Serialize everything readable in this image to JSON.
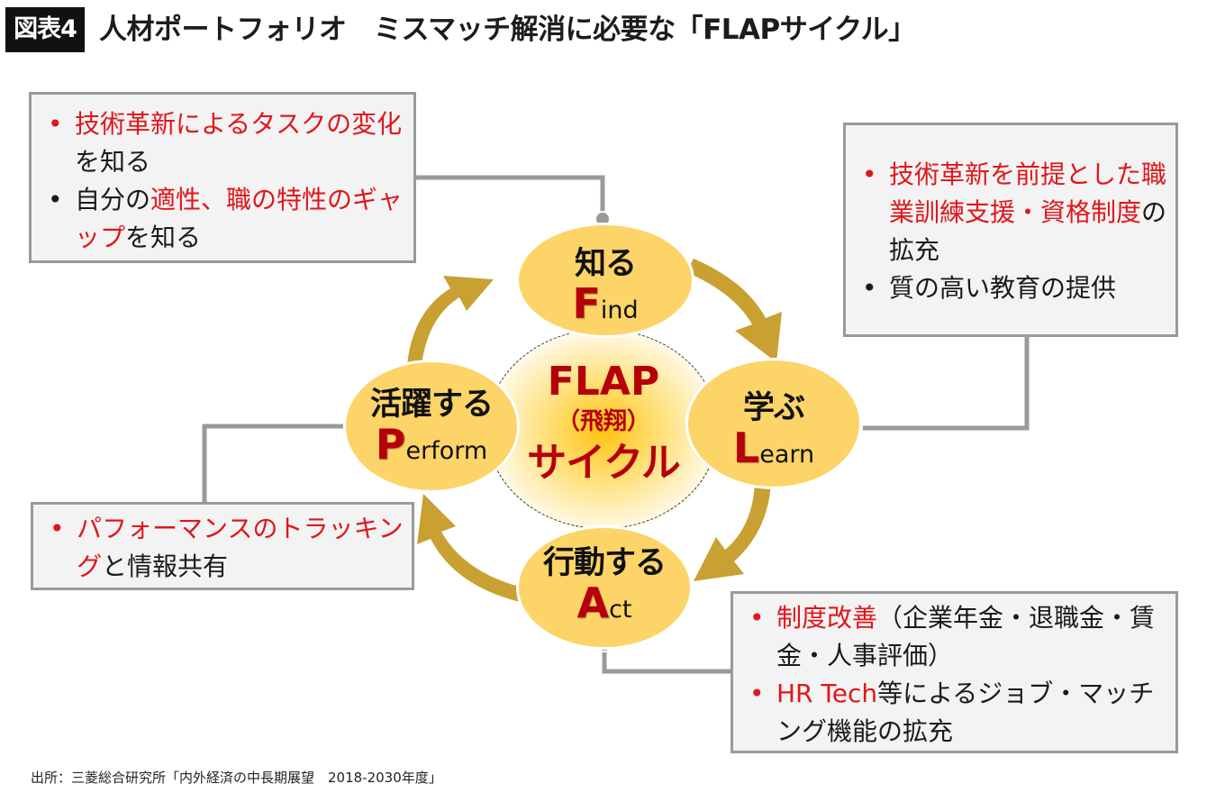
{
  "header": {
    "figure_badge": "図表4",
    "title": "人材ポートフォリオ　ミスマッチ解消に必要な「FLAPサイクル」"
  },
  "colors": {
    "accent_red": "#e0161b",
    "dark_red": "#b5000b",
    "node_yellow": "#fcd468",
    "arrow_gold": "#c9a032",
    "box_fill": "#f3f3f3",
    "box_border": "#9a9a9a",
    "connector_gray": "#9a9a9a"
  },
  "center": {
    "line1": "FLAP",
    "line2": "（飛翔）",
    "line3": "サイクル"
  },
  "nodes": {
    "find": {
      "jp": "知る",
      "en_cap": "F",
      "en_rest": "ind"
    },
    "learn": {
      "jp": "学ぶ",
      "en_cap": "L",
      "en_rest": "earn"
    },
    "act": {
      "jp": "行動する",
      "en_cap": "A",
      "en_rest": "ct"
    },
    "perform": {
      "jp": "活躍する",
      "en_cap": "P",
      "en_rest": "erform"
    }
  },
  "boxes": {
    "find": {
      "items": [
        {
          "bullet": "•",
          "parts": [
            {
              "text": "技術革新によるタスクの変化",
              "red": true
            },
            {
              "text": "を知る",
              "red": false
            }
          ]
        },
        {
          "bullet": "•",
          "parts": [
            {
              "text": "自分の",
              "red": false
            },
            {
              "text": "適性、職の特性のギャップ",
              "red": true
            },
            {
              "text": "を知る",
              "red": false
            }
          ]
        }
      ]
    },
    "learn": {
      "items": [
        {
          "bullet": "•",
          "parts": [
            {
              "text": "技術革新を前提とした職業訓練支援・資格制度",
              "red": true
            },
            {
              "text": "の拡充",
              "red": false
            }
          ]
        },
        {
          "bullet": "•",
          "parts": [
            {
              "text": "質の高い教育の提供",
              "red": false
            }
          ]
        }
      ]
    },
    "perform": {
      "items": [
        {
          "bullet": "•",
          "parts": [
            {
              "text": "パフォーマンスのトラッキング",
              "red": true
            },
            {
              "text": "と情報共有",
              "red": false
            }
          ]
        }
      ]
    },
    "act": {
      "items": [
        {
          "bullet": "•",
          "parts": [
            {
              "text": "制度改善",
              "red": true
            },
            {
              "text": "（企業年金・退職金・賃金・人事評価）",
              "red": false
            }
          ]
        },
        {
          "bullet": "•",
          "parts": [
            {
              "text": "HR Tech",
              "red": true
            },
            {
              "text": "等によるジョブ・マッチング機能の拡充",
              "red": false
            }
          ]
        }
      ]
    }
  },
  "source": "出所：三菱総合研究所「内外経済の中長期展望　2018-2030年度」"
}
